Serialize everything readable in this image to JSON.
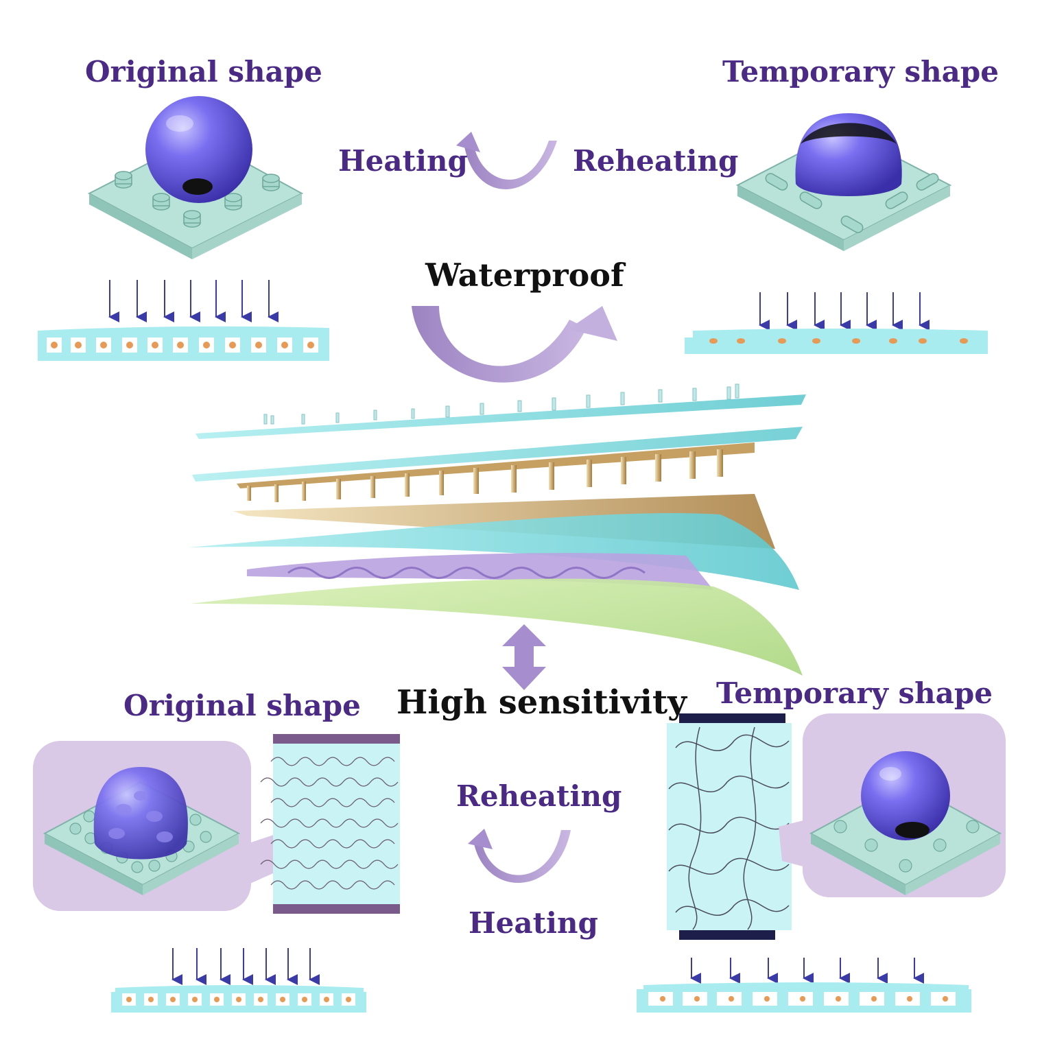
{
  "labels": {
    "top_left_title": "Original shape",
    "top_right_title": "Temporary shape",
    "top_heating": "Heating",
    "top_reheating": "Reheating",
    "waterproof": "Waterproof",
    "high_sensitivity": "High sensitivity",
    "bottom_left_title": "Original shape",
    "bottom_right_title": "Temporary shape",
    "bottom_reheating": "Reheating",
    "bottom_heating": "Heating"
  },
  "colors": {
    "title_text": "#4b2a86",
    "main_text": "#111111",
    "droplet": "#5a4fd0",
    "substrate": "#b7e3dc",
    "arrow": "#b39ad0",
    "film": "#8fe3e6",
    "pillar_gold": "#d8b87a",
    "base_green": "#cfe8a8",
    "callout_bg": "#d9c8e6"
  }
}
